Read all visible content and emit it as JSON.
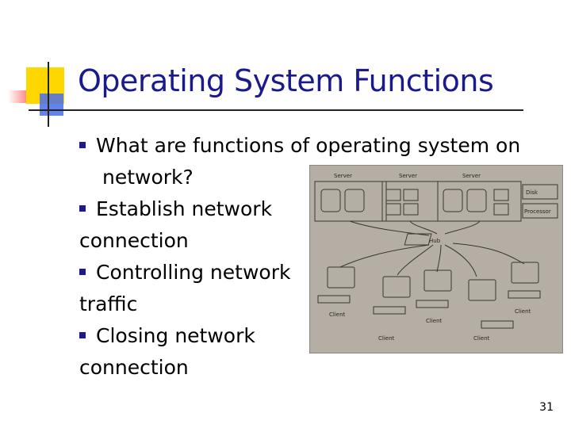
{
  "slide": {
    "title": "Operating System Functions",
    "page_number": "31"
  },
  "bullets": [
    {
      "line1": "What are functions of operating system on",
      "line2": "network?"
    },
    {
      "line1": "Establish network",
      "line2": "connection"
    },
    {
      "line1": "Controlling network",
      "line2": "traffic"
    },
    {
      "line1": "Closing network",
      "line2": "connection"
    }
  ],
  "diagram": {
    "servers": [
      "Server",
      "Server",
      "Server"
    ],
    "legend": [
      "Disk",
      "Processor"
    ],
    "hub": "Hub",
    "clients": [
      "Client",
      "Client",
      "Client",
      "Client",
      "Client"
    ]
  },
  "colors": {
    "title": "#1a1a8c",
    "bullet": "#1a1a8c",
    "diagram_bg": "#b4aea5"
  }
}
